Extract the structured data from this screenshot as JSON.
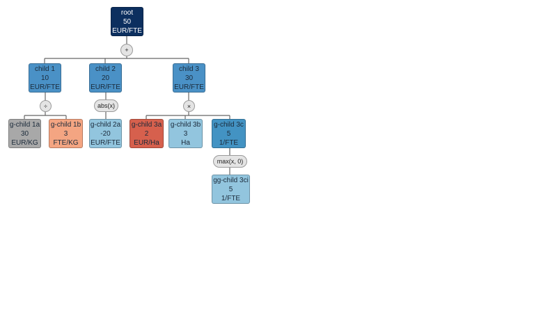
{
  "nodes": {
    "root": {
      "name": "root",
      "value": "50",
      "unit": "EUR/FTE",
      "color": "#0c2f5f",
      "text": "#ffffff"
    },
    "child1": {
      "name": "child 1",
      "value": "10",
      "unit": "EUR/FTE",
      "color": "#4a91c6"
    },
    "child2": {
      "name": "child 2",
      "value": "20",
      "unit": "EUR/FTE",
      "color": "#4a91c6"
    },
    "child3": {
      "name": "child 3",
      "value": "30",
      "unit": "EUR/FTE",
      "color": "#4a91c6"
    },
    "g1a": {
      "name": "g-child 1a",
      "value": "30",
      "unit": "EUR/KG",
      "color": "#a8a8a8"
    },
    "g1b": {
      "name": "g-child 1b",
      "value": "3",
      "unit": "FTE/KG",
      "color": "#f4a582"
    },
    "g2a": {
      "name": "g-child 2a",
      "value": "-20",
      "unit": "EUR/FTE",
      "color": "#92c5de"
    },
    "g3a": {
      "name": "g-child 3a",
      "value": "2",
      "unit": "EUR/Ha",
      "color": "#d6604d"
    },
    "g3b": {
      "name": "g-child 3b",
      "value": "3",
      "unit": "Ha",
      "color": "#92c5de"
    },
    "g3c": {
      "name": "g-child 3c",
      "value": "5",
      "unit": "1/FTE",
      "color": "#4393c3"
    },
    "gg3ci": {
      "name": "gg-child 3ci",
      "value": "5",
      "unit": "1/FTE",
      "color": "#92c5de"
    }
  },
  "operators": {
    "root": "+",
    "child1": "÷",
    "child2": "abs(x)",
    "child3": "×",
    "g3c": "max(x, 0)"
  }
}
